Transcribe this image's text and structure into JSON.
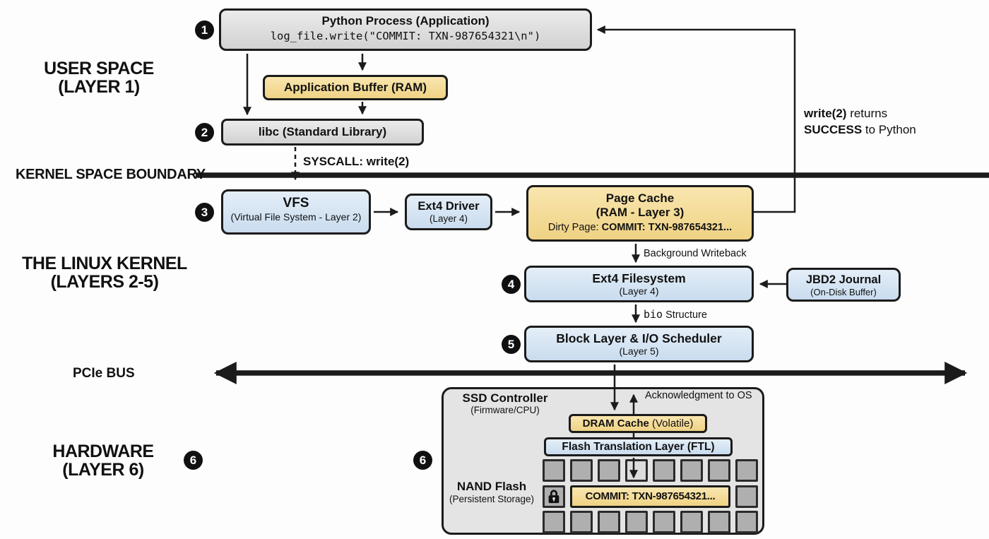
{
  "side": {
    "user_space_line1": "USER SPACE",
    "user_space_line2": "(LAYER 1)",
    "boundary_label": "KERNEL SPACE BOUNDARY",
    "kernel_line1": "THE LINUX KERNEL",
    "kernel_line2": "(LAYERS 2-5)",
    "pcie_label": "PCIe BUS",
    "hardware_line1": "HARDWARE",
    "hardware_line2": "(LAYER 6)"
  },
  "steps": {
    "s1": "1",
    "s2": "2",
    "s3": "3",
    "s4": "4",
    "s5": "5",
    "s6_left": "6",
    "s6_right": "6"
  },
  "nodes": {
    "python": {
      "title": "Python Process (Application)",
      "code": "log_file.write(\"COMMIT: TXN-987654321\\n\")"
    },
    "app_buffer": {
      "label": "Application Buffer (RAM)"
    },
    "libc": {
      "label": "libc (Standard Library)"
    },
    "vfs": {
      "title": "VFS",
      "sub": "(Virtual File System - Layer 2)"
    },
    "ext4_driver": {
      "title": "Ext4 Driver",
      "sub": "(Layer 4)"
    },
    "page_cache": {
      "title": "Page Cache",
      "sub": "(RAM - Layer 3)",
      "dirty_prefix": "Dirty Page: ",
      "dirty_value": "COMMIT: TXN-987654321..."
    },
    "ext4_fs": {
      "title": "Ext4 Filesystem",
      "sub": "(Layer 4)"
    },
    "jbd2": {
      "title": "JBD2 Journal",
      "sub": "(On-Disk Buffer)"
    },
    "block_layer": {
      "title": "Block Layer & I/O Scheduler",
      "sub": "(Layer 5)"
    },
    "ssd": {
      "title": "SSD Controller",
      "sub": "(Firmware/CPU)"
    },
    "dram": {
      "bold": "DRAM Cache",
      "rest": " (Volatile)"
    },
    "ftl": {
      "label": "Flash Translation Layer (FTL)"
    },
    "nand": {
      "title": "NAND Flash",
      "sub": "(Persistent Storage)",
      "commit": "COMMIT: TXN-987654321..."
    }
  },
  "edges": {
    "syscall": "SYSCALL: write(2)",
    "ret_bold1": "write(2)",
    "ret_rest1": " returns",
    "ret_bold2": "SUCCESS",
    "ret_rest2": " to Python",
    "writeback": "Background Writeback",
    "bio_mono": "bio",
    "bio_rest": " Structure",
    "ack": "Acknowledgment to OS"
  },
  "colors": {
    "box_grey": "#DEDEDE",
    "box_blue": "#D7E4F1",
    "box_yellow": "#F6DC99",
    "ssd_grey": "#E4E4E4",
    "nand_cell": "#AFAFAF",
    "line": "#1B1B1B"
  }
}
